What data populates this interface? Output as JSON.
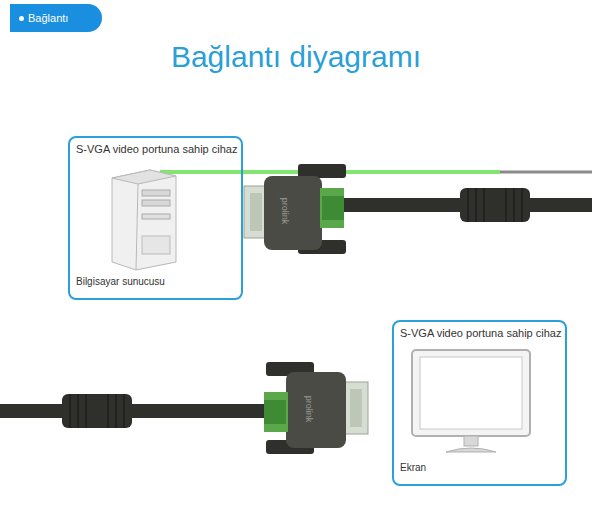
{
  "diagram": {
    "title": "Bağlantı diyagramı",
    "nodes": [
      {
        "text": [
          "Bağlantı"
        ]
      },
      {
        "text": [
          "S-VGA video portuna sahip cihaz",
          "Bilgisayar sunucusu"
        ]
      },
      {
        "text": [
          "S-VGA video portuna sahip cihaz",
          "Ekran"
        ]
      }
    ],
    "labels": [
      "prolink",
      "prolink"
    ]
  }
}
